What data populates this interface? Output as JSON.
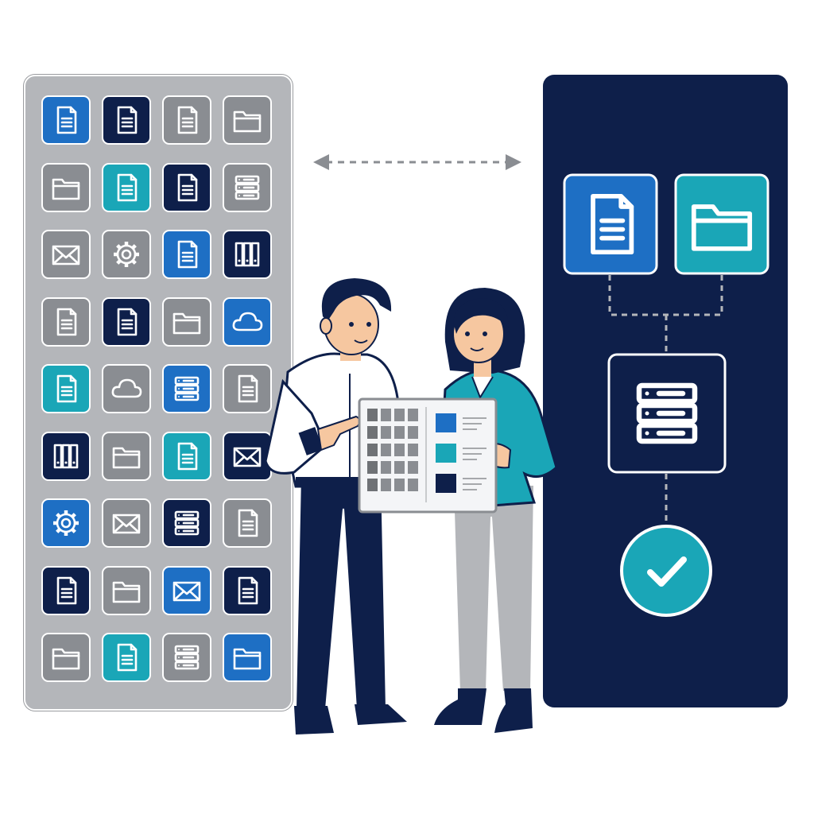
{
  "colors": {
    "navy": "#0e1f4a",
    "blue": "#1e6fc4",
    "teal": "#1aa6b7",
    "gray": "#8a8d92",
    "panel_gray": "#b4b6ba",
    "white": "#ffffff"
  },
  "icon_grid": [
    [
      {
        "icon": "document-icon",
        "color": "blue"
      },
      {
        "icon": "document-icon",
        "color": "navy"
      },
      {
        "icon": "document-icon",
        "color": "gray"
      },
      {
        "icon": "folder-icon",
        "color": "gray"
      }
    ],
    [
      {
        "icon": "folder-icon",
        "color": "gray"
      },
      {
        "icon": "document-icon",
        "color": "teal"
      },
      {
        "icon": "document-icon",
        "color": "navy"
      },
      {
        "icon": "server-icon",
        "color": "gray"
      }
    ],
    [
      {
        "icon": "mail-icon",
        "color": "gray"
      },
      {
        "icon": "gear-icon",
        "color": "gray"
      },
      {
        "icon": "document-icon",
        "color": "blue"
      },
      {
        "icon": "binders-icon",
        "color": "navy"
      }
    ],
    [
      {
        "icon": "document-icon",
        "color": "gray"
      },
      {
        "icon": "document-icon",
        "color": "navy"
      },
      {
        "icon": "folder-icon",
        "color": "gray"
      },
      {
        "icon": "cloud-icon",
        "color": "blue"
      }
    ],
    [
      {
        "icon": "document-icon",
        "color": "teal"
      },
      {
        "icon": "cloud-icon",
        "color": "gray"
      },
      {
        "icon": "server-icon",
        "color": "blue"
      },
      {
        "icon": "document-icon",
        "color": "gray"
      }
    ],
    [
      {
        "icon": "binders-icon",
        "color": "navy"
      },
      {
        "icon": "folder-icon",
        "color": "gray"
      },
      {
        "icon": "document-icon",
        "color": "teal"
      },
      {
        "icon": "mail-icon",
        "color": "navy"
      }
    ],
    [
      {
        "icon": "gear-icon",
        "color": "blue"
      },
      {
        "icon": "mail-icon",
        "color": "gray"
      },
      {
        "icon": "server-icon",
        "color": "navy"
      },
      {
        "icon": "document-icon",
        "color": "gray"
      }
    ],
    [
      {
        "icon": "document-icon",
        "color": "navy"
      },
      {
        "icon": "folder-icon",
        "color": "gray"
      },
      {
        "icon": "mail-icon",
        "color": "blue"
      },
      {
        "icon": "document-icon",
        "color": "navy"
      }
    ],
    [
      {
        "icon": "folder-icon",
        "color": "gray"
      },
      {
        "icon": "document-icon",
        "color": "teal"
      },
      {
        "icon": "server-icon",
        "color": "gray"
      },
      {
        "icon": "folder-icon",
        "color": "blue"
      }
    ]
  ],
  "flow": {
    "top_left": {
      "icon": "document-icon",
      "color": "blue"
    },
    "top_right": {
      "icon": "folder-icon",
      "color": "teal"
    },
    "middle": {
      "icon": "server-icon",
      "color": "navy"
    },
    "bottom": {
      "icon": "check-icon",
      "color": "teal"
    }
  },
  "connector": {
    "icon": "double-arrow-icon",
    "style": "dashed"
  },
  "people": [
    {
      "role": "man",
      "shirt": "white",
      "pants": "navy"
    },
    {
      "role": "woman",
      "jacket": "teal",
      "pants": "gray"
    }
  ],
  "board": {
    "grid_rows": 5,
    "grid_cols": 4,
    "legend": [
      "blue",
      "teal",
      "navy"
    ]
  }
}
